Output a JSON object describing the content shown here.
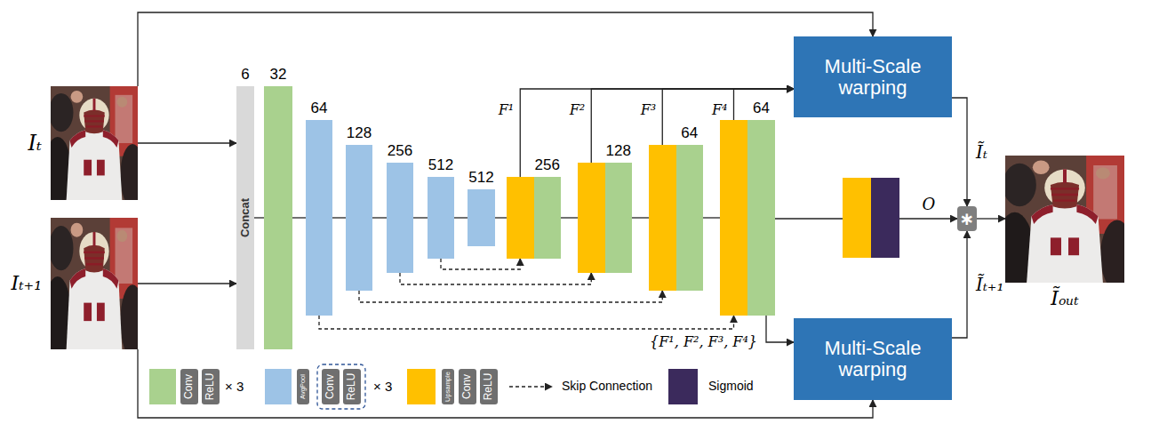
{
  "diagram": {
    "nodes": [
      {
        "text": [
          "Iₜ"
        ]
      },
      {
        "text": [
          "Iₜ₊₁"
        ]
      },
      {
        "text": [
          "6",
          "Concat"
        ]
      },
      {
        "text": [
          "32"
        ]
      },
      {
        "text": [
          "64"
        ]
      },
      {
        "text": [
          "128"
        ]
      },
      {
        "text": [
          "256"
        ]
      },
      {
        "text": [
          "512"
        ]
      },
      {
        "text": [
          "512"
        ]
      },
      {
        "text": [
          "256"
        ]
      },
      {
        "text": [
          "128"
        ]
      },
      {
        "text": [
          "64"
        ]
      },
      {
        "text": [
          "64"
        ]
      },
      {
        "text": [
          "Multi-Scale warping"
        ]
      },
      {
        "text": [
          "Multi-Scale warping"
        ]
      },
      {
        "text": [
          "∗"
        ]
      },
      {
        "text": [
          "Ĩₒᵤₜ"
        ]
      },
      {
        "text": [
          "Conv"
        ]
      },
      {
        "text": [
          "ReLU"
        ]
      },
      {
        "text": [
          "AvgPool"
        ]
      },
      {
        "text": [
          "Conv"
        ]
      },
      {
        "text": [
          "ReLU"
        ]
      },
      {
        "text": [
          "Upsample"
        ]
      },
      {
        "text": [
          "Conv"
        ]
      },
      {
        "text": [
          "ReLU"
        ]
      }
    ],
    "edges": [
      {
        "from": 0,
        "to": 2,
        "arrow": "to"
      },
      {
        "from": 1,
        "to": 2,
        "arrow": "to"
      },
      {
        "from": 2,
        "to": 3,
        "arrow": "none"
      },
      {
        "from": 3,
        "to": 4,
        "arrow": "none"
      },
      {
        "from": 4,
        "to": 5,
        "arrow": "none"
      },
      {
        "from": 5,
        "to": 6,
        "arrow": "none"
      },
      {
        "from": 6,
        "to": 7,
        "arrow": "none"
      },
      {
        "from": 7,
        "to": 8,
        "arrow": "none"
      },
      {
        "from": 8,
        "to": 9,
        "arrow": "none"
      },
      {
        "from": 9,
        "to": 10,
        "arrow": "none"
      },
      {
        "from": 10,
        "to": 11,
        "arrow": "none"
      },
      {
        "from": 11,
        "to": 12,
        "arrow": "none"
      },
      {
        "from": 12,
        "to": 15,
        "label": "O",
        "arrow": "to"
      },
      {
        "from": 0,
        "to": 13,
        "arrow": "to"
      },
      {
        "from": 1,
        "to": 14,
        "arrow": "to"
      },
      {
        "from": 9,
        "to": 13,
        "label": "F¹",
        "arrow": "to"
      },
      {
        "from": 10,
        "to": 13,
        "label": "F²",
        "arrow": "to"
      },
      {
        "from": 11,
        "to": 13,
        "label": "F³",
        "arrow": "to"
      },
      {
        "from": 12,
        "to": 13,
        "label": "F⁴",
        "arrow": "to"
      },
      {
        "from": 7,
        "to": 9,
        "arrow": "to"
      },
      {
        "from": 6,
        "to": 10,
        "arrow": "to"
      },
      {
        "from": 5,
        "to": 11,
        "arrow": "to"
      },
      {
        "from": 4,
        "to": 12,
        "arrow": "to"
      },
      {
        "from": 12,
        "to": 14,
        "label": "{F¹, F², F³, F⁴}",
        "arrow": "to"
      },
      {
        "from": 13,
        "to": 15,
        "label": "Ĩₜ",
        "arrow": "to"
      },
      {
        "from": 14,
        "to": 15,
        "label": "Ĩₜ₊₁",
        "arrow": "to"
      },
      {
        "from": 15,
        "to": 16,
        "arrow": "to"
      }
    ],
    "labels": [
      "× 3",
      "× 3"
    ],
    "legend": [
      {
        "text": "Skip Connection"
      },
      {
        "text": "Sigmoid",
        "color": "#3b2a5c"
      }
    ]
  }
}
